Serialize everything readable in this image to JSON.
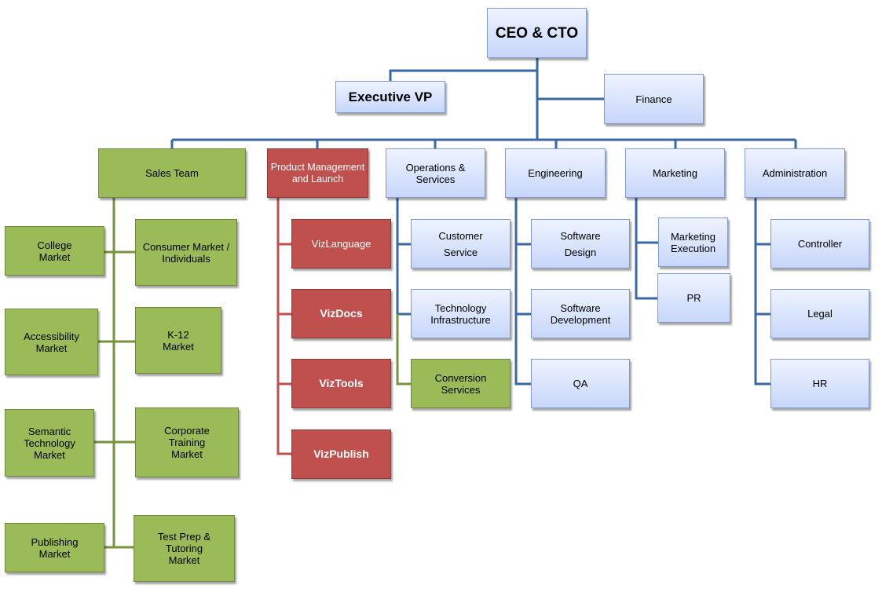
{
  "nodes": {
    "ceo": "CEO & CTO",
    "executive_vp": "Executive VP",
    "finance": "Finance",
    "sales_team": "Sales Team",
    "product_management": "Product Management and Launch",
    "operations": "Operations & Services",
    "engineering": "Engineering",
    "marketing": "Marketing",
    "administration": "Administration",
    "college_market": "College Market",
    "consumer_market": "Consumer Market / Individuals",
    "accessibility_market": "Accessibility Market",
    "k12_market": "K-12 Market",
    "semantic_market": "Semantic Technology Market",
    "corporate_market": "Corporate Training Market",
    "publishing_market": "Publishing Market",
    "testprep_market": "Test Prep & Tutoring Market",
    "vizlanguage": "VizLanguage",
    "vizdocs": "VizDocs",
    "viztools": "VizTools",
    "vizpublish": "VizPublish",
    "customer_service": "Customer Service",
    "tech_infrastructure": "Technology Infrastructure",
    "conversion_services": "Conversion Services",
    "software_design": "Software Design",
    "software_development": "Software Development",
    "qa": "QA",
    "marketing_execution": "Marketing Execution",
    "pr": "PR",
    "controller": "Controller",
    "legal": "Legal",
    "hr": "HR"
  },
  "colors": {
    "connector_blue": "#3a67a6",
    "connector_green": "#77933c",
    "connector_red": "#c0504d",
    "node_blue": "#c7d6fa",
    "node_green": "#9bbb59",
    "node_red": "#c0504d"
  }
}
